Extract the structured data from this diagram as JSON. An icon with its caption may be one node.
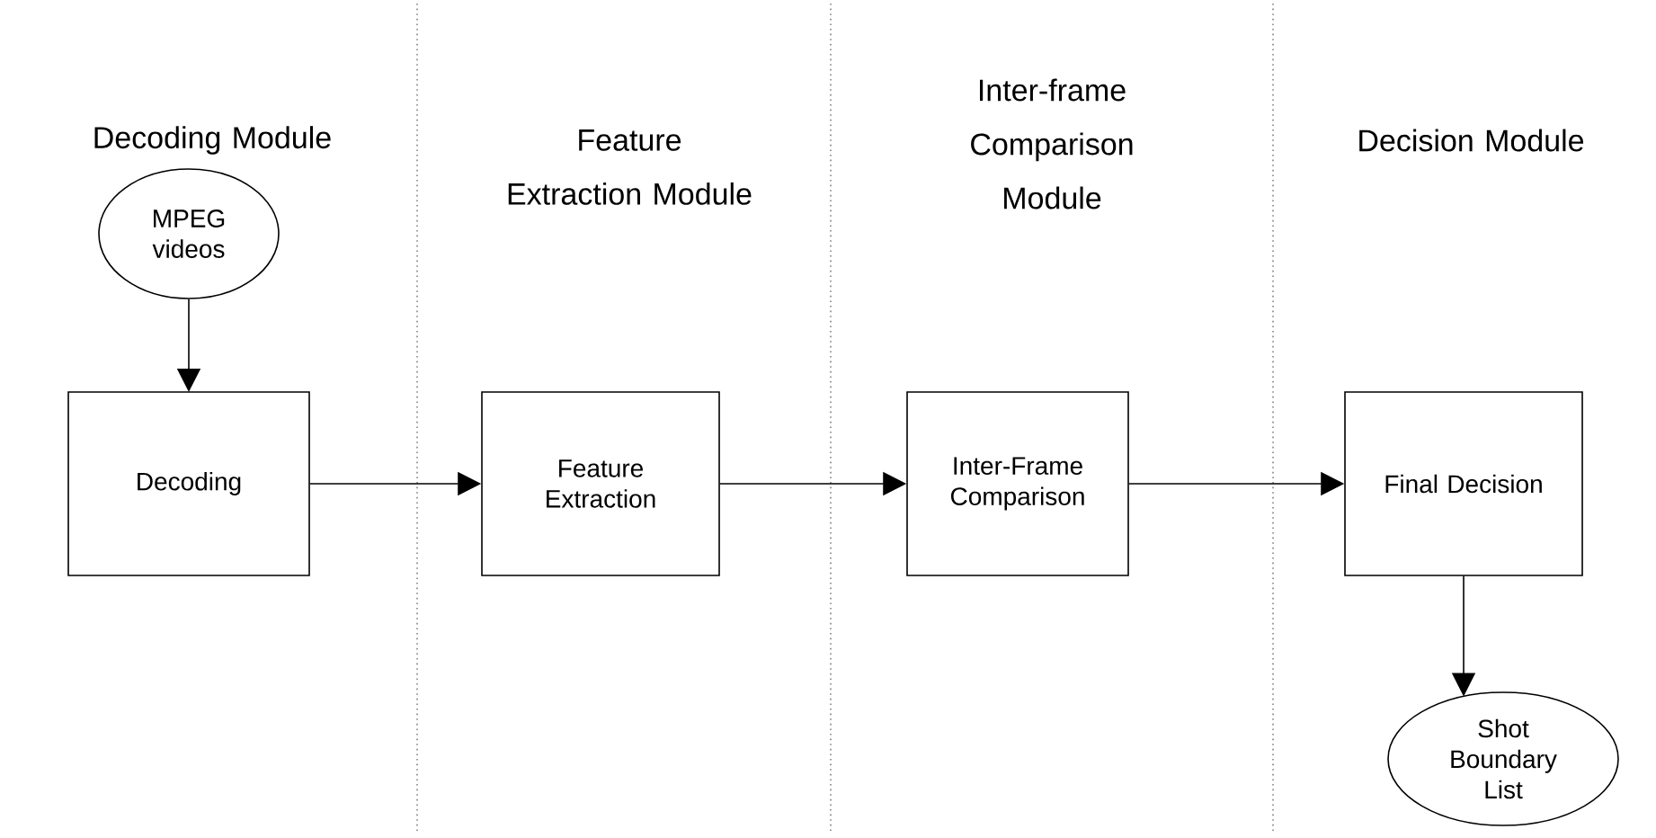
{
  "diagram": {
    "nodes": [
      {
        "text": [
          "MPEG videos"
        ]
      },
      {
        "text": [
          "Decoding"
        ]
      },
      {
        "text": [
          "Feature Extraction"
        ]
      },
      {
        "text": [
          "Inter-Frame Comparison"
        ]
      },
      {
        "text": [
          "Final Decision"
        ]
      },
      {
        "text": [
          "Shot Boundary List"
        ]
      }
    ],
    "edges": [
      {
        "from": 0,
        "to": 1,
        "arrow": "to"
      },
      {
        "from": 1,
        "to": 2,
        "arrow": "to"
      },
      {
        "from": 2,
        "to": 3,
        "arrow": "to"
      },
      {
        "from": 3,
        "to": 4,
        "arrow": "to"
      },
      {
        "from": 4,
        "to": 5,
        "arrow": "to"
      }
    ],
    "labels": [
      "Decoding Module",
      "Feature Extraction Module",
      "Inter-frame Comparison Module",
      "Decision Module"
    ]
  }
}
